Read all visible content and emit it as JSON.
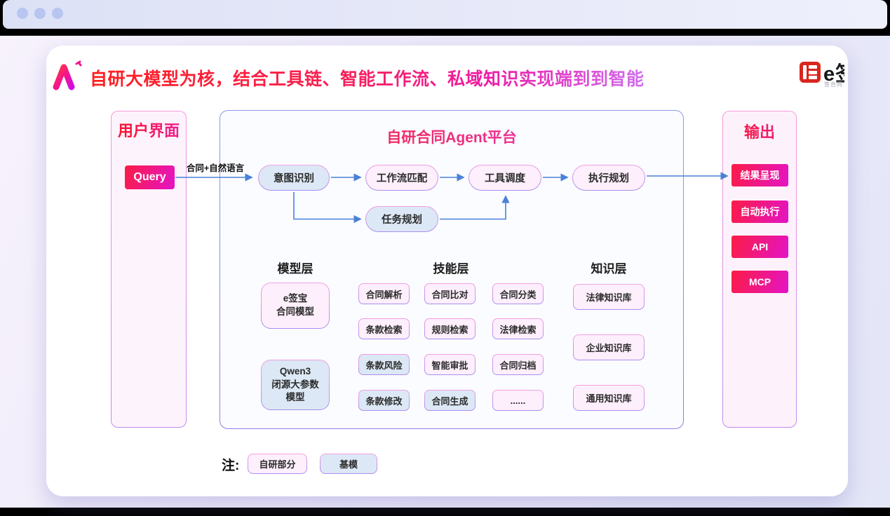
{
  "window": {
    "dot_count": 3
  },
  "header": {
    "title": "自研大模型为核，结合工具链、智能工作流、私域知识实现端到到智能",
    "brand": {
      "logo_text": "e签宝",
      "tagline": "签合同"
    }
  },
  "user_panel": {
    "title": "用户界面",
    "query_label": "Query"
  },
  "flow_arrow_label": "合同+自然语言",
  "platform": {
    "title": "自研合同Agent平台",
    "flow": {
      "intent": "意图识别",
      "workflow": "工作流匹配",
      "tool": "工具调度",
      "plan": "执行规划",
      "task": "任务规划"
    },
    "layers": {
      "model": {
        "heading": "模型层",
        "boxes": [
          {
            "lines": [
              "e签宝",
              "合同模型"
            ],
            "type": "self"
          },
          {
            "lines": [
              "Qwen3",
              "闭源大参数",
              "模型"
            ],
            "type": "base"
          }
        ]
      },
      "skill": {
        "heading": "技能层",
        "columns": [
          {
            "boxes": [
              {
                "label": "合同解析",
                "type": "self"
              },
              {
                "label": "条款检索",
                "type": "self"
              },
              {
                "label": "条款风险",
                "type": "base"
              },
              {
                "label": "条款修改",
                "type": "base"
              }
            ]
          },
          {
            "boxes": [
              {
                "label": "合同比对",
                "type": "self"
              },
              {
                "label": "规则检索",
                "type": "self"
              },
              {
                "label": "智能审批",
                "type": "self"
              },
              {
                "label": "合同生成",
                "type": "base"
              }
            ]
          },
          {
            "boxes": [
              {
                "label": "合同分类",
                "type": "self"
              },
              {
                "label": "法律检索",
                "type": "self"
              },
              {
                "label": "合同归档",
                "type": "self"
              },
              {
                "label": "......",
                "type": "self"
              }
            ]
          }
        ]
      },
      "knowledge": {
        "heading": "知识层",
        "boxes": [
          {
            "label": "法律知识库"
          },
          {
            "label": "企业知识库"
          },
          {
            "label": "通用知识库"
          }
        ]
      }
    }
  },
  "output_panel": {
    "title": "输出",
    "buttons": [
      {
        "label": "结果呈现"
      },
      {
        "label": "自动执行"
      },
      {
        "label": "API"
      },
      {
        "label": "MCP"
      }
    ]
  },
  "legend": {
    "label": "注:",
    "items": [
      {
        "label": "自研部分",
        "type": "self"
      },
      {
        "label": "基模",
        "type": "base"
      }
    ]
  },
  "colors": {
    "accent_red": "#fb1c45",
    "accent_magenta": "#e414c6",
    "arrow_blue": "#4a80d8",
    "pink_fill": "#fdeffb",
    "blue_fill": "#dce8f5",
    "platform_border": "#8a8ce8",
    "brand_red": "#d8271e"
  }
}
